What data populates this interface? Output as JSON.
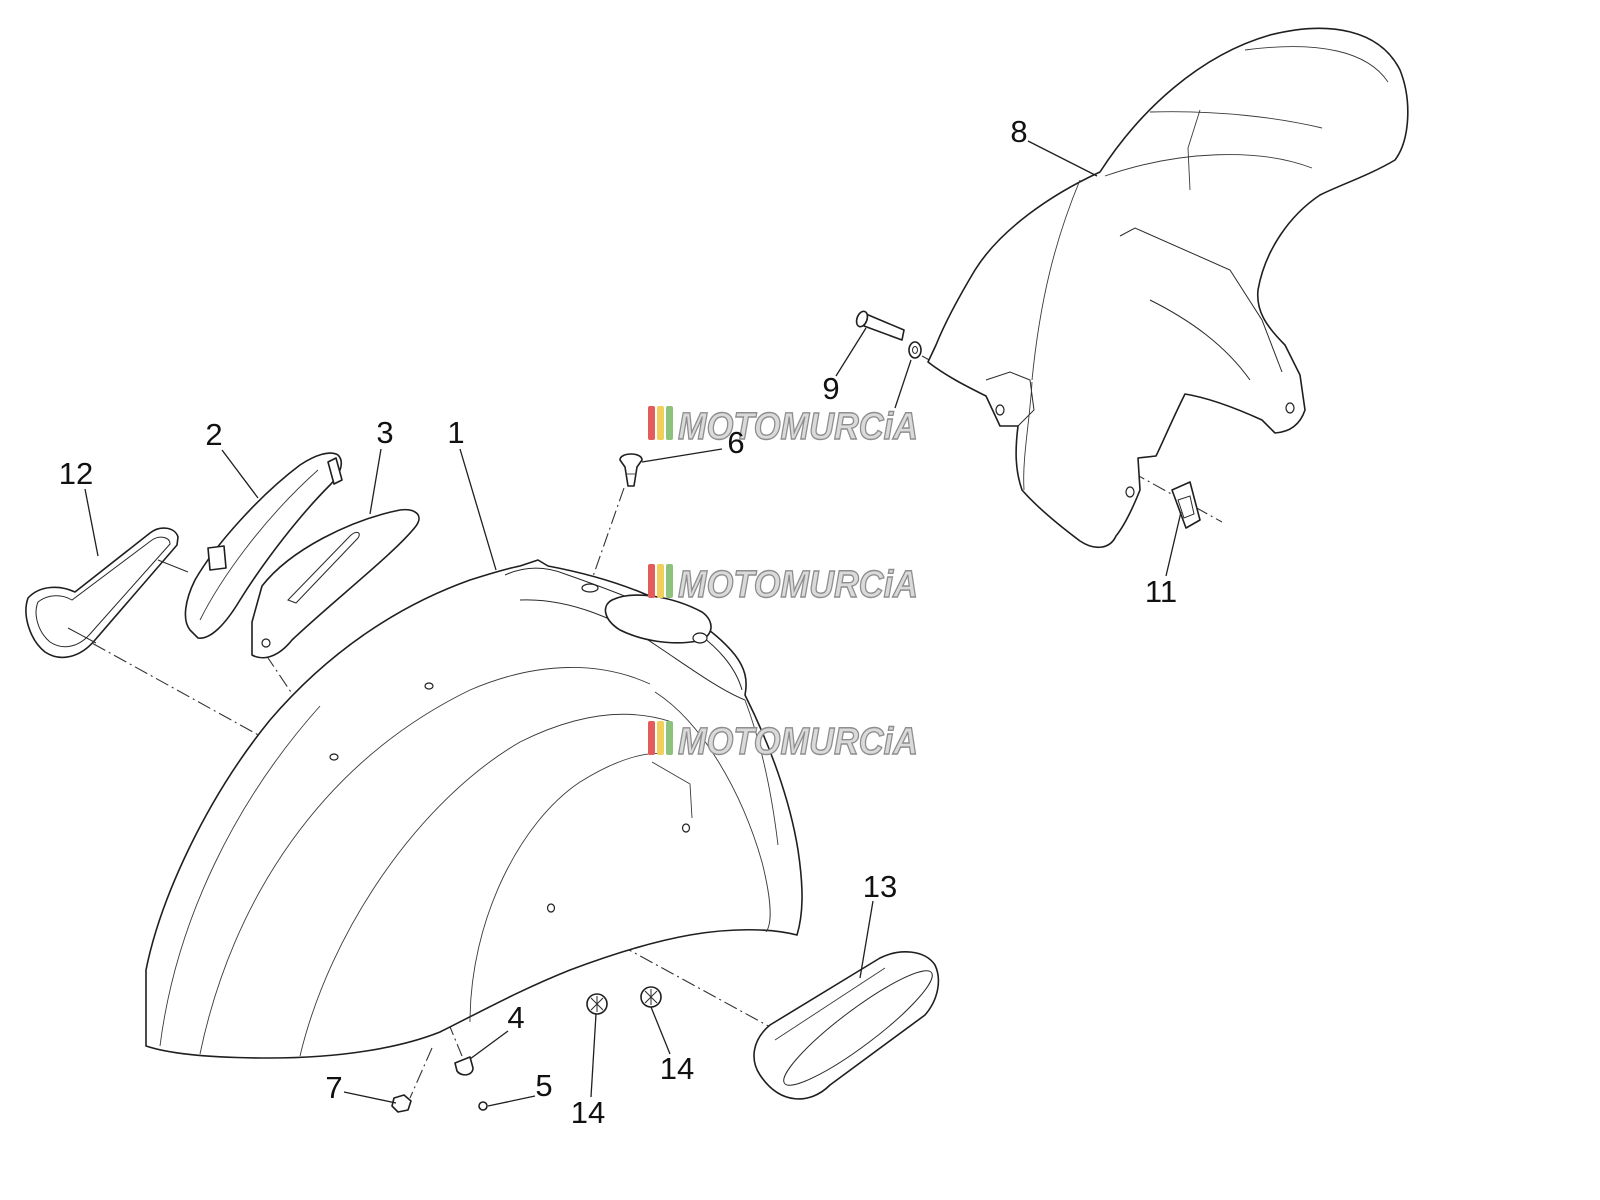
{
  "diagram": {
    "callouts": [
      {
        "label": "12"
      },
      {
        "label": "2"
      },
      {
        "label": "3"
      },
      {
        "label": "1"
      },
      {
        "label": "6"
      },
      {
        "label": "8"
      },
      {
        "label": "9"
      },
      {
        "label": "11"
      },
      {
        "label": "13"
      },
      {
        "label": "4"
      },
      {
        "label": "5"
      },
      {
        "label": "7"
      },
      {
        "label": "14"
      },
      {
        "label": "14"
      }
    ]
  },
  "watermark": {
    "text": "MOTOMURCiA",
    "stripe_colors": [
      "#e35b5b",
      "#f0cf5a",
      "#8cc27c"
    ]
  },
  "colors": {
    "line": "#1f1f1f",
    "background": "#ffffff"
  }
}
